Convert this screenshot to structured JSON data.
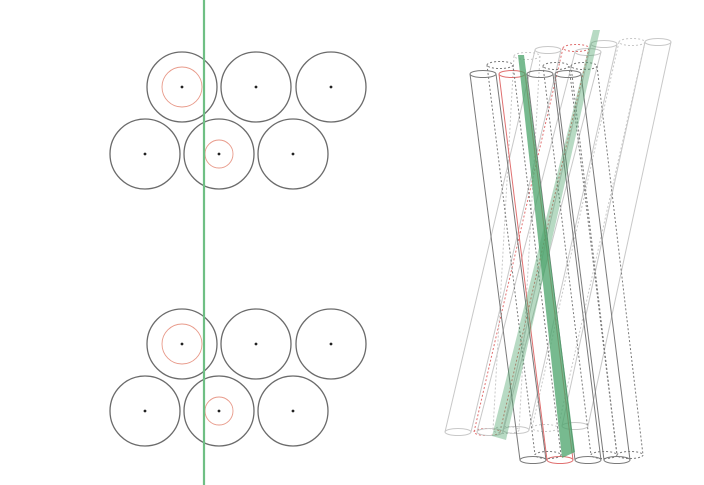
{
  "colors": {
    "background": "#ffffff",
    "circle_stroke": "#6b6b6b",
    "center_dot": "#222222",
    "highlight_ring": "#e89a8a",
    "cut_line": "#6fbf84",
    "tube_solid": "#7a7a7a",
    "tube_faint": "#c8c8c8",
    "tube_red": "#e07070",
    "plane_green": "#4aa36a"
  },
  "left_panel": {
    "top_group": {
      "circles": 6,
      "highlighted": [
        0,
        4
      ]
    },
    "bottom_group": {
      "circles": 6,
      "highlighted": [
        0,
        4
      ]
    }
  },
  "right_panel": {
    "tubes_solid": 7,
    "tubes_faint": 7,
    "red_tube_count": 2
  }
}
